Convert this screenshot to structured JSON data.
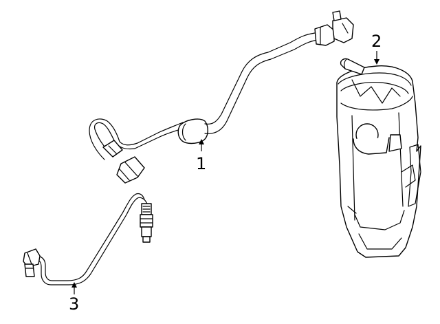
{
  "diagram": {
    "callouts": [
      {
        "number": "1"
      },
      {
        "number": "2"
      },
      {
        "number": "3"
      }
    ]
  }
}
